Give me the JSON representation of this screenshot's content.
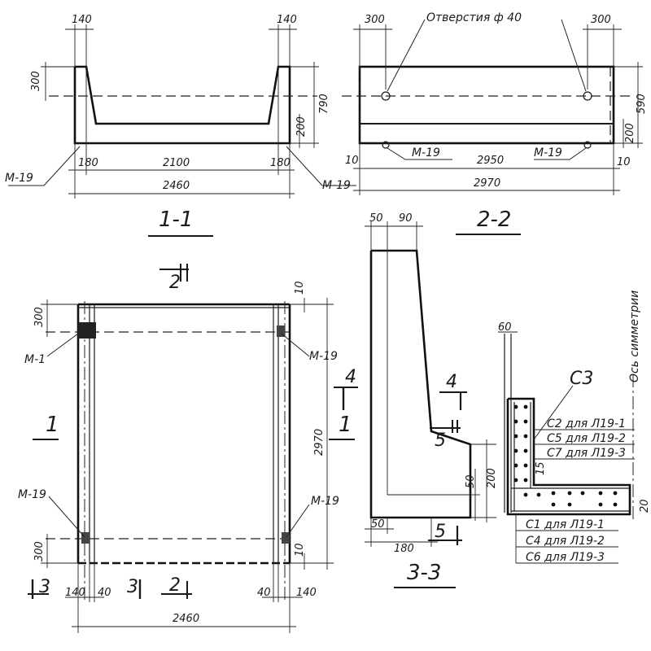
{
  "section_1_1": {
    "title": "1-1",
    "dims": {
      "top_left": "140",
      "top_right": "140",
      "height_left": "300",
      "height_right": "790",
      "bottom_height": "200",
      "left_bottom": "180",
      "span": "2100",
      "right_bottom": "180",
      "total": "2460"
    },
    "labels": {
      "m19_left": "М-19",
      "m19_right": "М-19"
    }
  },
  "section_2_2": {
    "title": "2-2",
    "note": "Отверстия ф 40",
    "dims": {
      "left_offset": "300",
      "right_offset": "300",
      "height_top": "590",
      "height_bottom": "200",
      "left_small": "10",
      "span": "2950",
      "right_small": "10",
      "total": "2970"
    },
    "labels": {
      "m19_left": "М-19",
      "m19_right": "М-19"
    }
  },
  "plan": {
    "section_marks": {
      "s2_top": "2",
      "s1_left": "1",
      "s1_right": "1",
      "s4": "4",
      "s3_left": "3",
      "s3_mid": "3",
      "s2_bottom": "2"
    },
    "dims": {
      "top_small": "10",
      "top_band": "300",
      "bottom_band": "300",
      "bottom_small": "10",
      "height": "2970",
      "left_140": "140",
      "left_40": "40",
      "right_40": "40",
      "right_140": "140",
      "width": "2460"
    },
    "labels": {
      "m1": "М-1",
      "m19_top_right": "М-19",
      "m19_bottom_left": "М-19",
      "m19_bottom_right": "М-19"
    }
  },
  "section_3_3": {
    "title": "3-3",
    "dims": {
      "top_50": "50",
      "top_90": "90",
      "bottom_50": "50",
      "bottom_180": "180",
      "h200": "200",
      "h50": "50"
    },
    "marks": {
      "s4": "4",
      "s5_top": "5",
      "s5_bottom": "5"
    }
  },
  "reinforcement": {
    "axis_label": "Ось симметрии",
    "top_dim": "60",
    "side_dim": "15",
    "bottom_dim": "20",
    "c3": "С3",
    "upper_table": [
      "С2 для Л19-1",
      "С5 для Л19-2",
      "С7 для Л19-3"
    ],
    "lower_table": [
      "С1 для Л19-1",
      "С4 для Л19-2",
      "С6 для Л19-3"
    ]
  }
}
